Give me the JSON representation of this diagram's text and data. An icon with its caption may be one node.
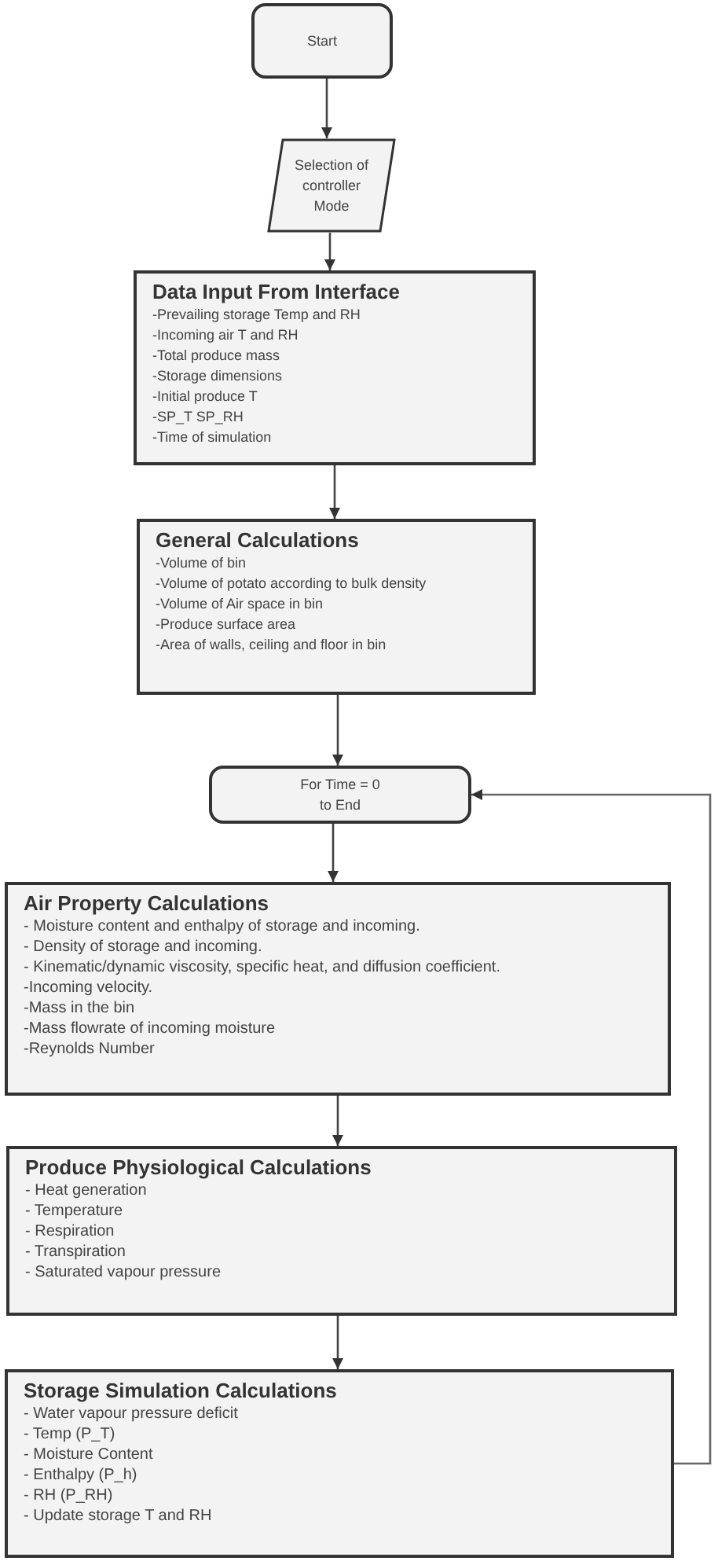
{
  "diagram": {
    "nodes": [
      {
        "text": [
          "Start"
        ]
      },
      {
        "text": [
          "Selection of controller Mode"
        ]
      },
      {
        "text": [
          "Data Input From Interface",
          "-Prevailing storage Temp and RH",
          "-Incoming air T and RH",
          "-Total produce mass",
          "-Storage dimensions",
          "-Initial produce T",
          "-SP_T SP_RH",
          "-Time of simulation"
        ]
      },
      {
        "text": [
          "General Calculations",
          "-Volume of bin",
          "-Volume of potato according to bulk density",
          "-Volume of Air space in bin",
          "-Produce surface area",
          "-Area of walls, ceiling and floor in bin"
        ]
      },
      {
        "text": [
          "For Time = 0 to End"
        ]
      },
      {
        "text": [
          "Air Property Calculations",
          "- Moisture content and enthalpy of storage and incoming.",
          "- Density of storage and incoming.",
          "- Kinematic/dynamic viscosity, specific heat, and diffusion coefficient.",
          "-Incoming velocity.",
          "-Mass in the bin",
          "-Mass flowrate of incoming moisture",
          "-Reynolds Number"
        ]
      },
      {
        "text": [
          "Produce Physiological Calculations",
          "- Heat generation",
          "- Temperature",
          "- Respiration",
          "- Transpiration",
          "- Saturated vapour pressure"
        ]
      },
      {
        "text": [
          "Storage Simulation Calculations",
          "- Water vapour pressure deficit",
          "- Temp (P_T)",
          "- Moisture Content",
          "- Enthalpy (P_h)",
          "- RH (P_RH)",
          "- Update storage T and RH"
        ]
      }
    ],
    "edges": [
      {
        "from": 0,
        "to": 1,
        "arrow": "to"
      },
      {
        "from": 1,
        "to": 2,
        "arrow": "to"
      },
      {
        "from": 2,
        "to": 3,
        "arrow": "to"
      },
      {
        "from": 3,
        "to": 4,
        "arrow": "to"
      },
      {
        "from": 4,
        "to": 5,
        "arrow": "to"
      },
      {
        "from": 5,
        "to": 6,
        "arrow": "to"
      },
      {
        "from": 6,
        "to": 7,
        "arrow": "to"
      },
      {
        "from": 7,
        "to": 4,
        "arrow": "to"
      }
    ]
  }
}
